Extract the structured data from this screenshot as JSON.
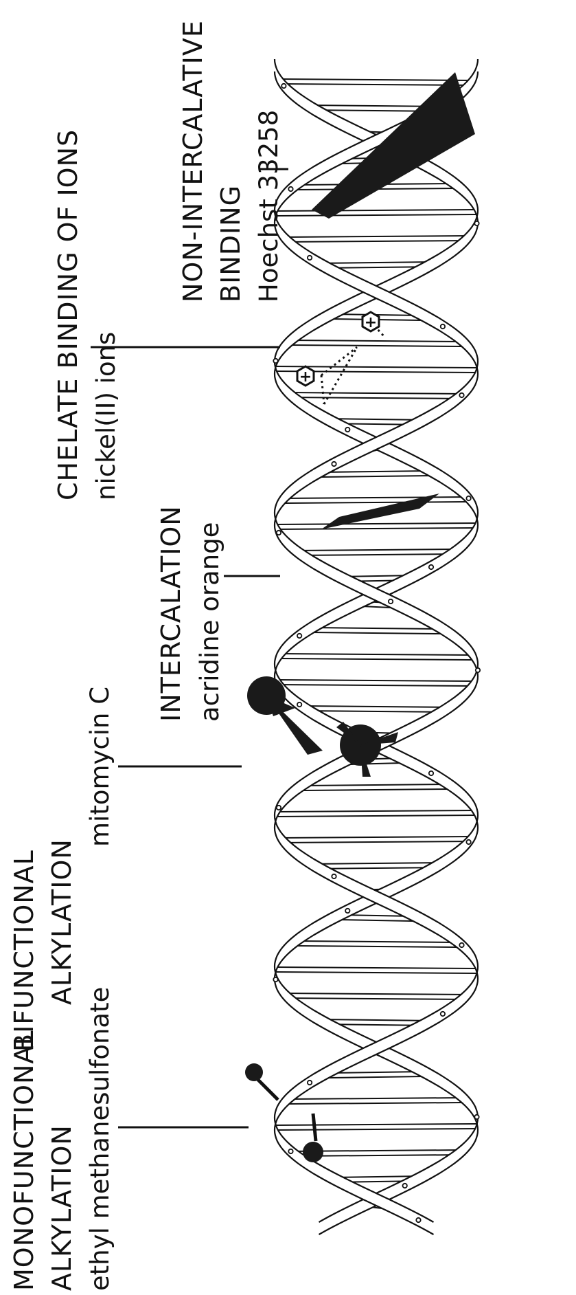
{
  "labels": {
    "monofunctional": {
      "title_line1": "MONOFUNCTIONAL",
      "title_line2": "ALKYLATION",
      "agent": "ethyl methanesulfonate"
    },
    "bifunctional": {
      "title_line1": "BIFUNCTIONAL",
      "title_line2": "ALKYLATION",
      "agent": "mitomycin C"
    },
    "intercalation": {
      "title": "INTERCALATION",
      "agent": "acridine orange"
    },
    "chelate": {
      "title": "CHELATE  BINDING OF IONS",
      "agent": "nickel(II) ions"
    },
    "nonintercalative": {
      "title_line1": "NON-INTERCALATIVE",
      "title_line2": "BINDING",
      "agent": "Hoechst  33258"
    }
  },
  "ion_symbol": "+",
  "colors": {
    "ink": "#111111",
    "paper": "#ffffff"
  }
}
